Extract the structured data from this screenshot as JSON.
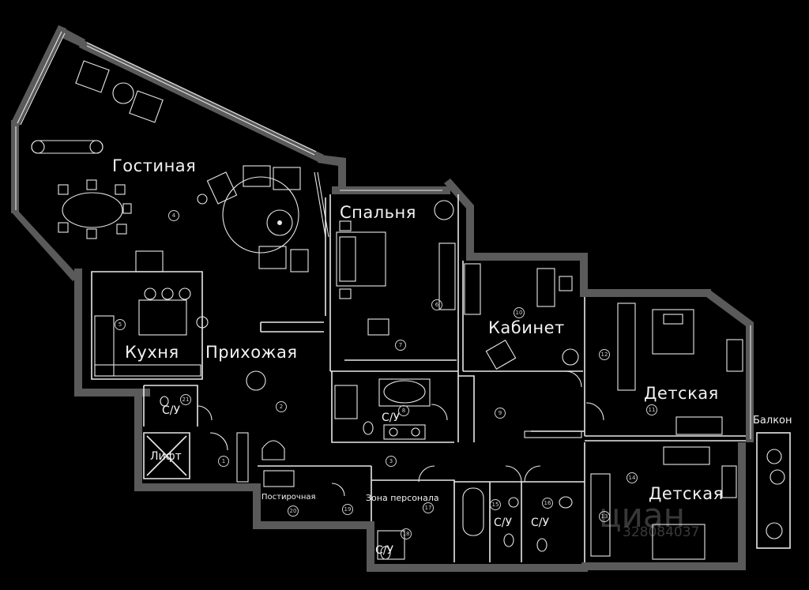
{
  "rooms": {
    "living": "Гостиная",
    "bedroom": "Спальня",
    "kitchen": "Кухня",
    "hall": "Прихожая",
    "study": "Кабинет",
    "kids1": "Детская",
    "kids2": "Детская",
    "balcony": "Балкон",
    "lift": "Лифт",
    "laundry": "Постирочная",
    "staff": "Зона персонала",
    "wc1": "С/У",
    "wc2": "С/У",
    "wc3": "С/У",
    "wc4": "С/У",
    "wc5": "С/У"
  },
  "numbers": [
    "1",
    "2",
    "3",
    "4",
    "5",
    "6",
    "7",
    "8",
    "9",
    "10",
    "11",
    "12",
    "13",
    "14",
    "15",
    "16",
    "17",
    "18",
    "19",
    "20",
    "21"
  ],
  "watermark": {
    "brand": "циан",
    "id": "328084037"
  },
  "colors": {
    "background": "#000000",
    "walls": "#5a5a5a",
    "lines": "#e8e8e8"
  }
}
